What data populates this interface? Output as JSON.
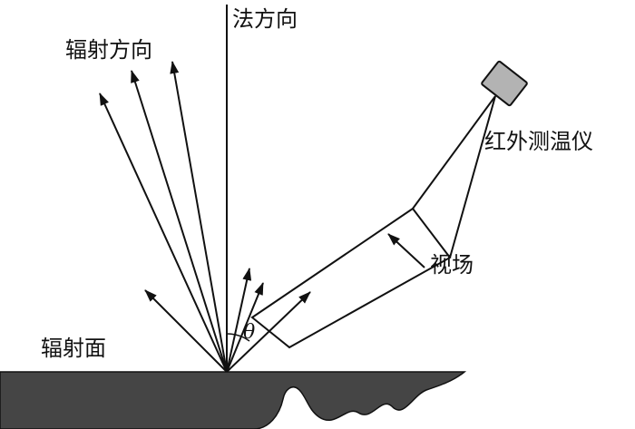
{
  "labels": {
    "normal": "法方向",
    "radiation_direction": "辐射方向",
    "thermometer": "红外测温仪",
    "field_of_view": "视场",
    "radiating_surface": "辐射面",
    "angle": "θ"
  },
  "colors": {
    "line": "#111111",
    "surface": "#454545",
    "thermometer": "#b3b3b3"
  },
  "icons": {
    "thermometer": "square-sensor-icon"
  }
}
